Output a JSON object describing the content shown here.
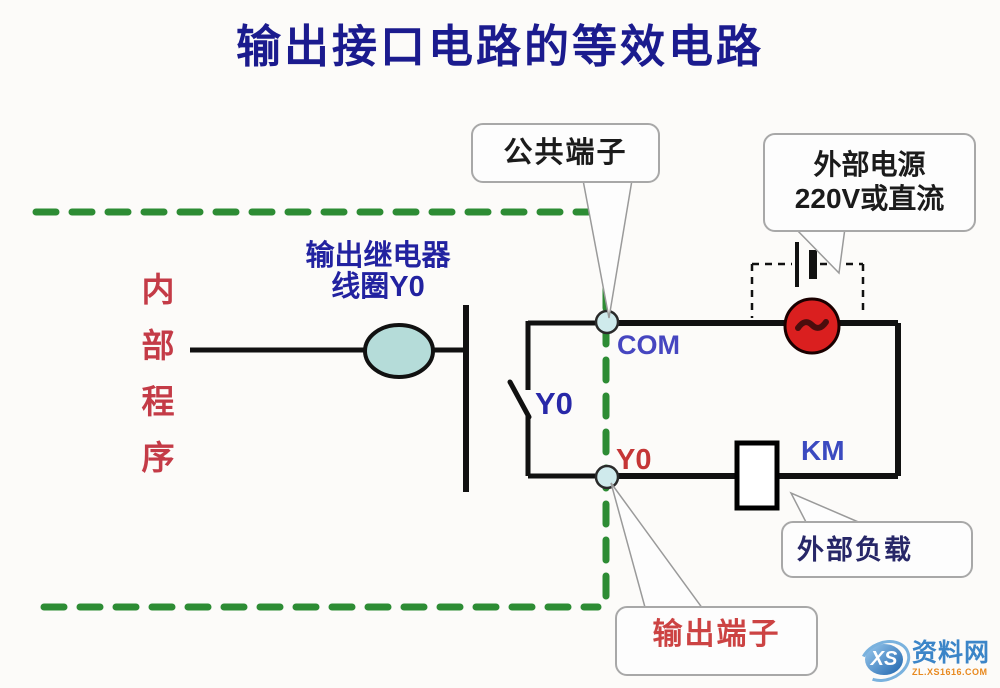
{
  "title": "输出接口电路的等效电路",
  "internal": {
    "program_label": [
      "内",
      "部",
      "程",
      "序"
    ],
    "coil_label_line1": "输出继电器",
    "coil_label_line2": "线圈Y0"
  },
  "terminals": {
    "com": "COM",
    "y0": "Y0"
  },
  "switch_label": "Y0",
  "load_label": "KM",
  "callouts": {
    "common_terminal": "公共端子",
    "external_power_line1": "外部电源",
    "external_power_line2": "220V或直流",
    "external_load": "外部负载",
    "output_terminal": "输出端子"
  },
  "watermark": {
    "logo_text": "XS",
    "site_name": "资料网",
    "site_url": "ZL.XS1616.COM"
  },
  "colors": {
    "title_blue": "#1b1b8e",
    "label_blue": "#2222a0",
    "com_blue": "#4646c0",
    "km_blue": "#3b4ac0",
    "red_text": "#c43b47",
    "green_dash": "#2d8c34",
    "wire_black": "#111111",
    "terminal_fill": "#cfeaec",
    "coil_fill": "#b5dcd9",
    "source_red": "#da1f1f"
  }
}
